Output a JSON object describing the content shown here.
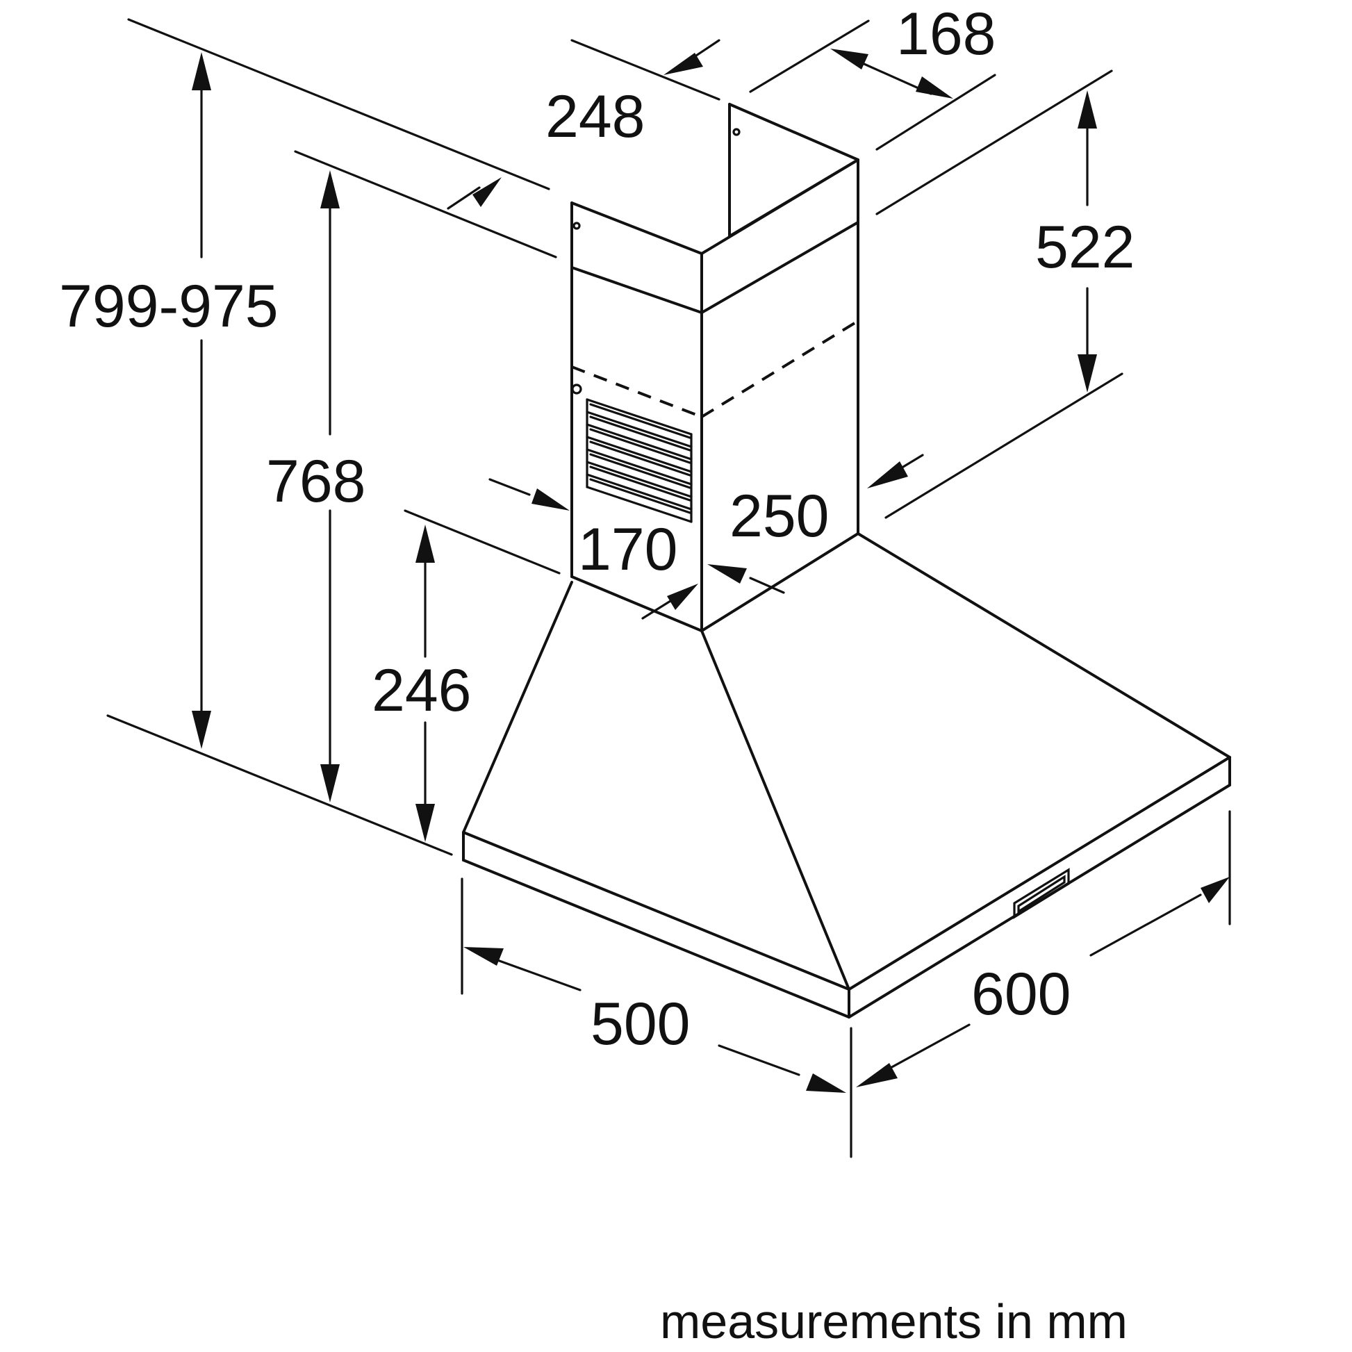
{
  "dimensions": {
    "total_height": "799-975",
    "hood_height": "768",
    "canopy_height": "246",
    "chimney_upper_height": "522",
    "chimney_top_depth": "248",
    "chimney_top_width": "168",
    "chimney_lower_width": "250",
    "chimney_lower_depth": "170",
    "canopy_depth": "500",
    "canopy_width": "600"
  },
  "caption": "measurements in mm"
}
